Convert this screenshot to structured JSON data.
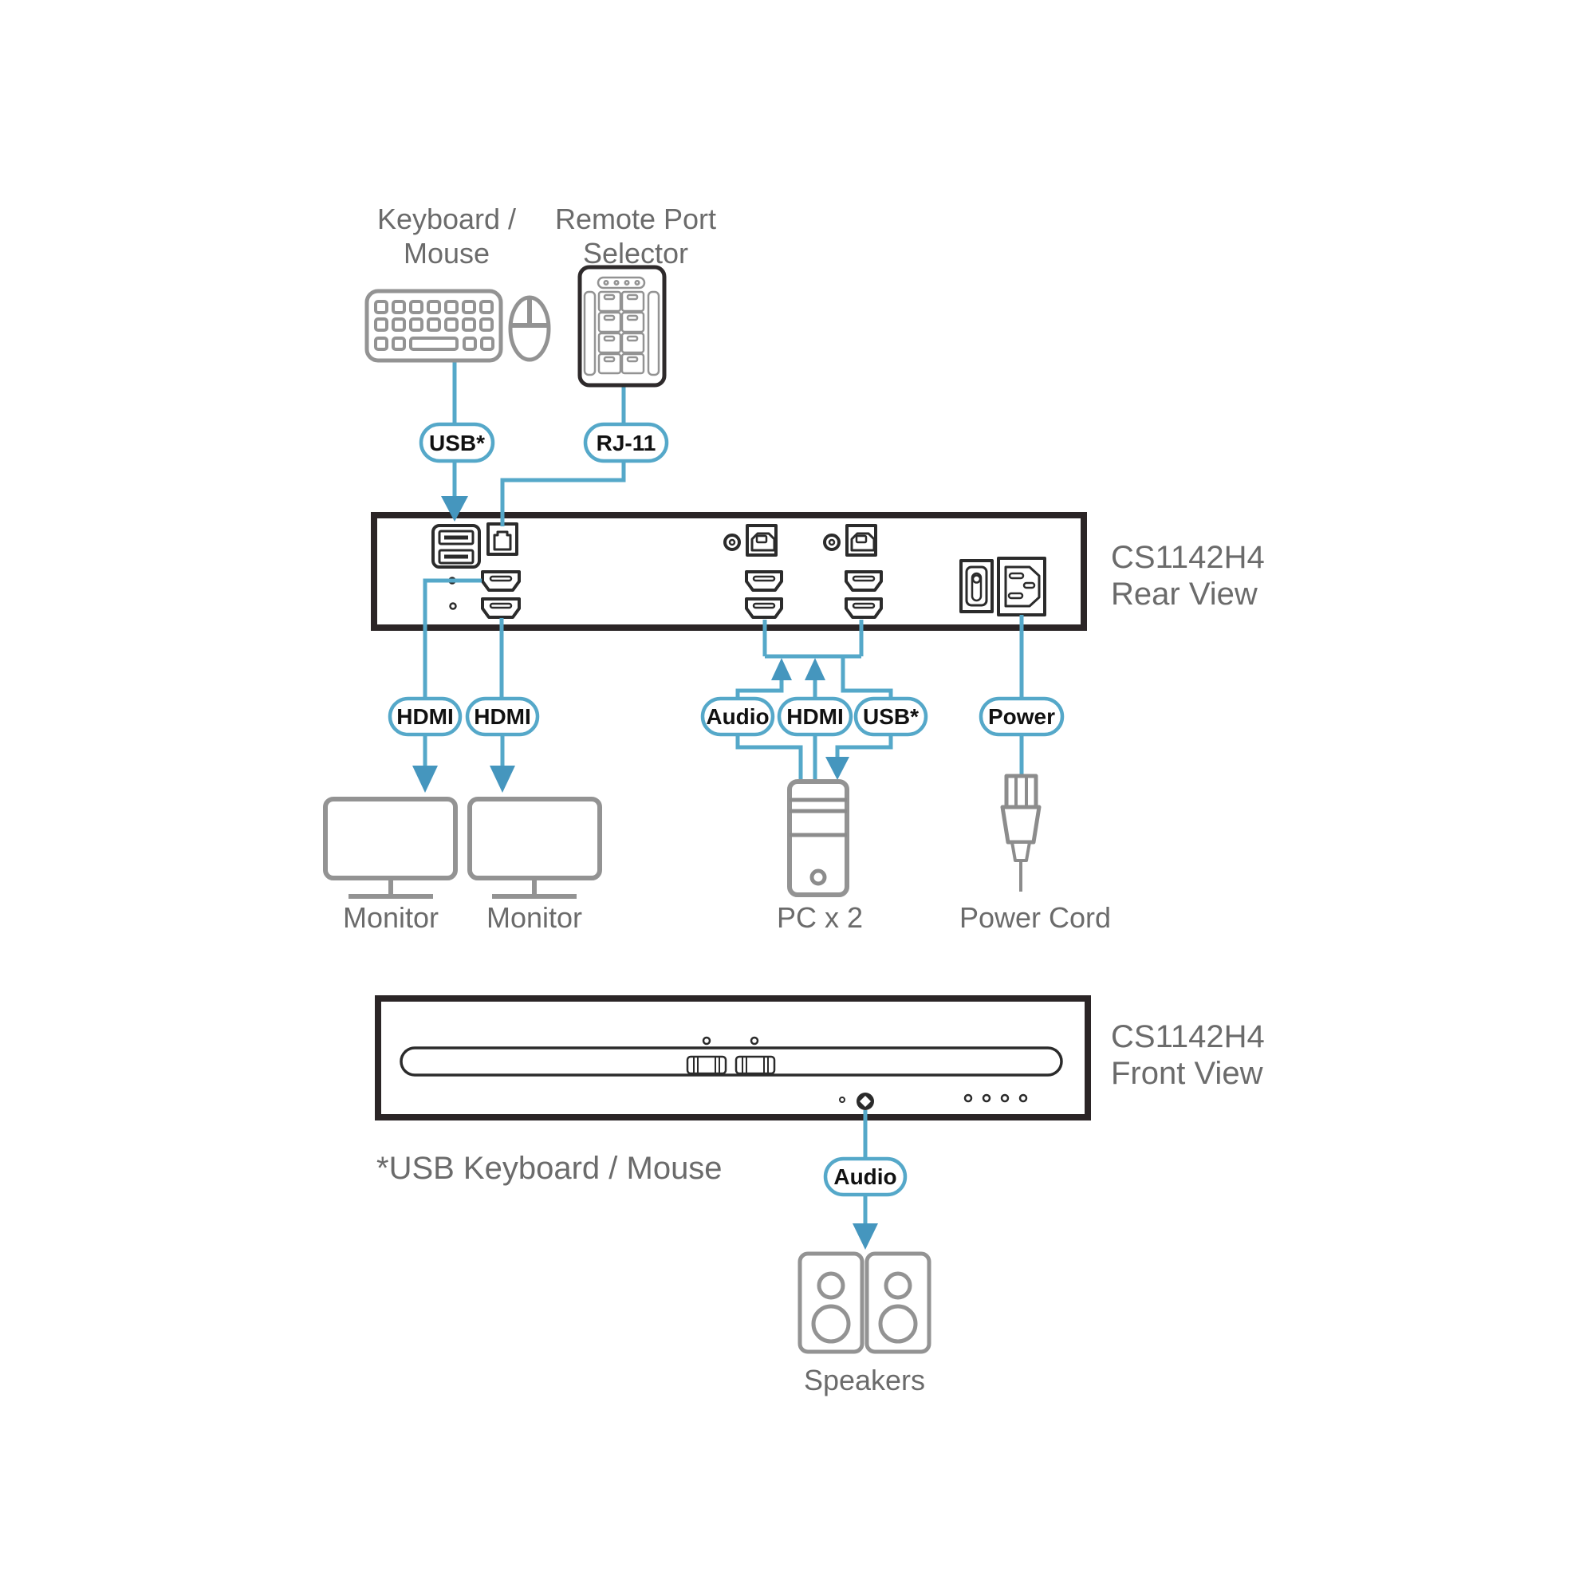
{
  "colors": {
    "line": "#55A8C9",
    "arrow": "#4596BE",
    "device": "#2B2526",
    "port": "#2B2B2B",
    "icon": "#939393",
    "label_text": "#6B6B6B",
    "pill_text": "#111111"
  },
  "labels": {
    "keyboard_line1": "Keyboard /",
    "keyboard_line2": "Mouse",
    "selector_line1": "Remote Port",
    "selector_line2": "Selector",
    "monitor1": "Monitor",
    "monitor2": "Monitor",
    "pc": "PC x 2",
    "power_cord": "Power Cord",
    "speakers": "Speakers",
    "footnote": "*USB Keyboard / Mouse",
    "rear_model": "CS1142H4",
    "rear_view": "Rear View",
    "front_model": "CS1142H4",
    "front_view": "Front View"
  },
  "pills": {
    "usb_console": "USB*",
    "rj11": "RJ-11",
    "hdmi_monitor1": "HDMI",
    "hdmi_monitor2": "HDMI",
    "audio_pc": "Audio",
    "hdmi_pc": "HDMI",
    "usb_pc": "USB*",
    "power": "Power",
    "audio_front": "Audio"
  }
}
